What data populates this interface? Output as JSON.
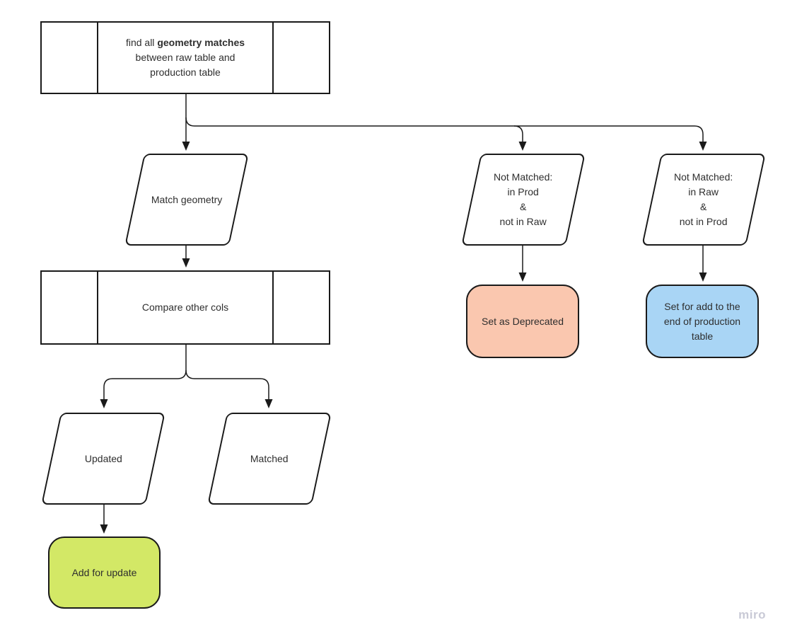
{
  "board": {
    "background": "#ffffff",
    "stroke_color": "#1a1a1a",
    "text_color": "#2e2e2e",
    "watermark": "miro",
    "watermark_color": "#c9cad6"
  },
  "nodes": {
    "find_matches": {
      "type": "predefined-process",
      "text_prefix": "find all ",
      "text_bold": "geometry matches",
      "text_rest": "between raw table and\nproduction table"
    },
    "match_geometry": {
      "type": "parallelogram",
      "label": "Match geometry"
    },
    "not_matched_prod": {
      "type": "parallelogram",
      "label": "Not Matched:\nin Prod\n&\nnot in Raw"
    },
    "not_matched_raw": {
      "type": "parallelogram",
      "label": "Not Matched:\nin Raw\n&\nnot in Prod"
    },
    "compare_other_cols": {
      "type": "predefined-process",
      "label": "Compare other cols"
    },
    "updated": {
      "type": "parallelogram",
      "label": "Updated"
    },
    "matched": {
      "type": "parallelogram",
      "label": "Matched"
    },
    "set_deprecated": {
      "type": "terminal",
      "label": "Set as Deprecated",
      "fill": "#FAC7AF"
    },
    "add_to_prod": {
      "type": "terminal",
      "label": "Set for add to the\nend of production\ntable",
      "fill": "#A9D5F5"
    },
    "add_for_update": {
      "type": "terminal",
      "label": "Add for update",
      "fill": "#D3E866"
    }
  }
}
